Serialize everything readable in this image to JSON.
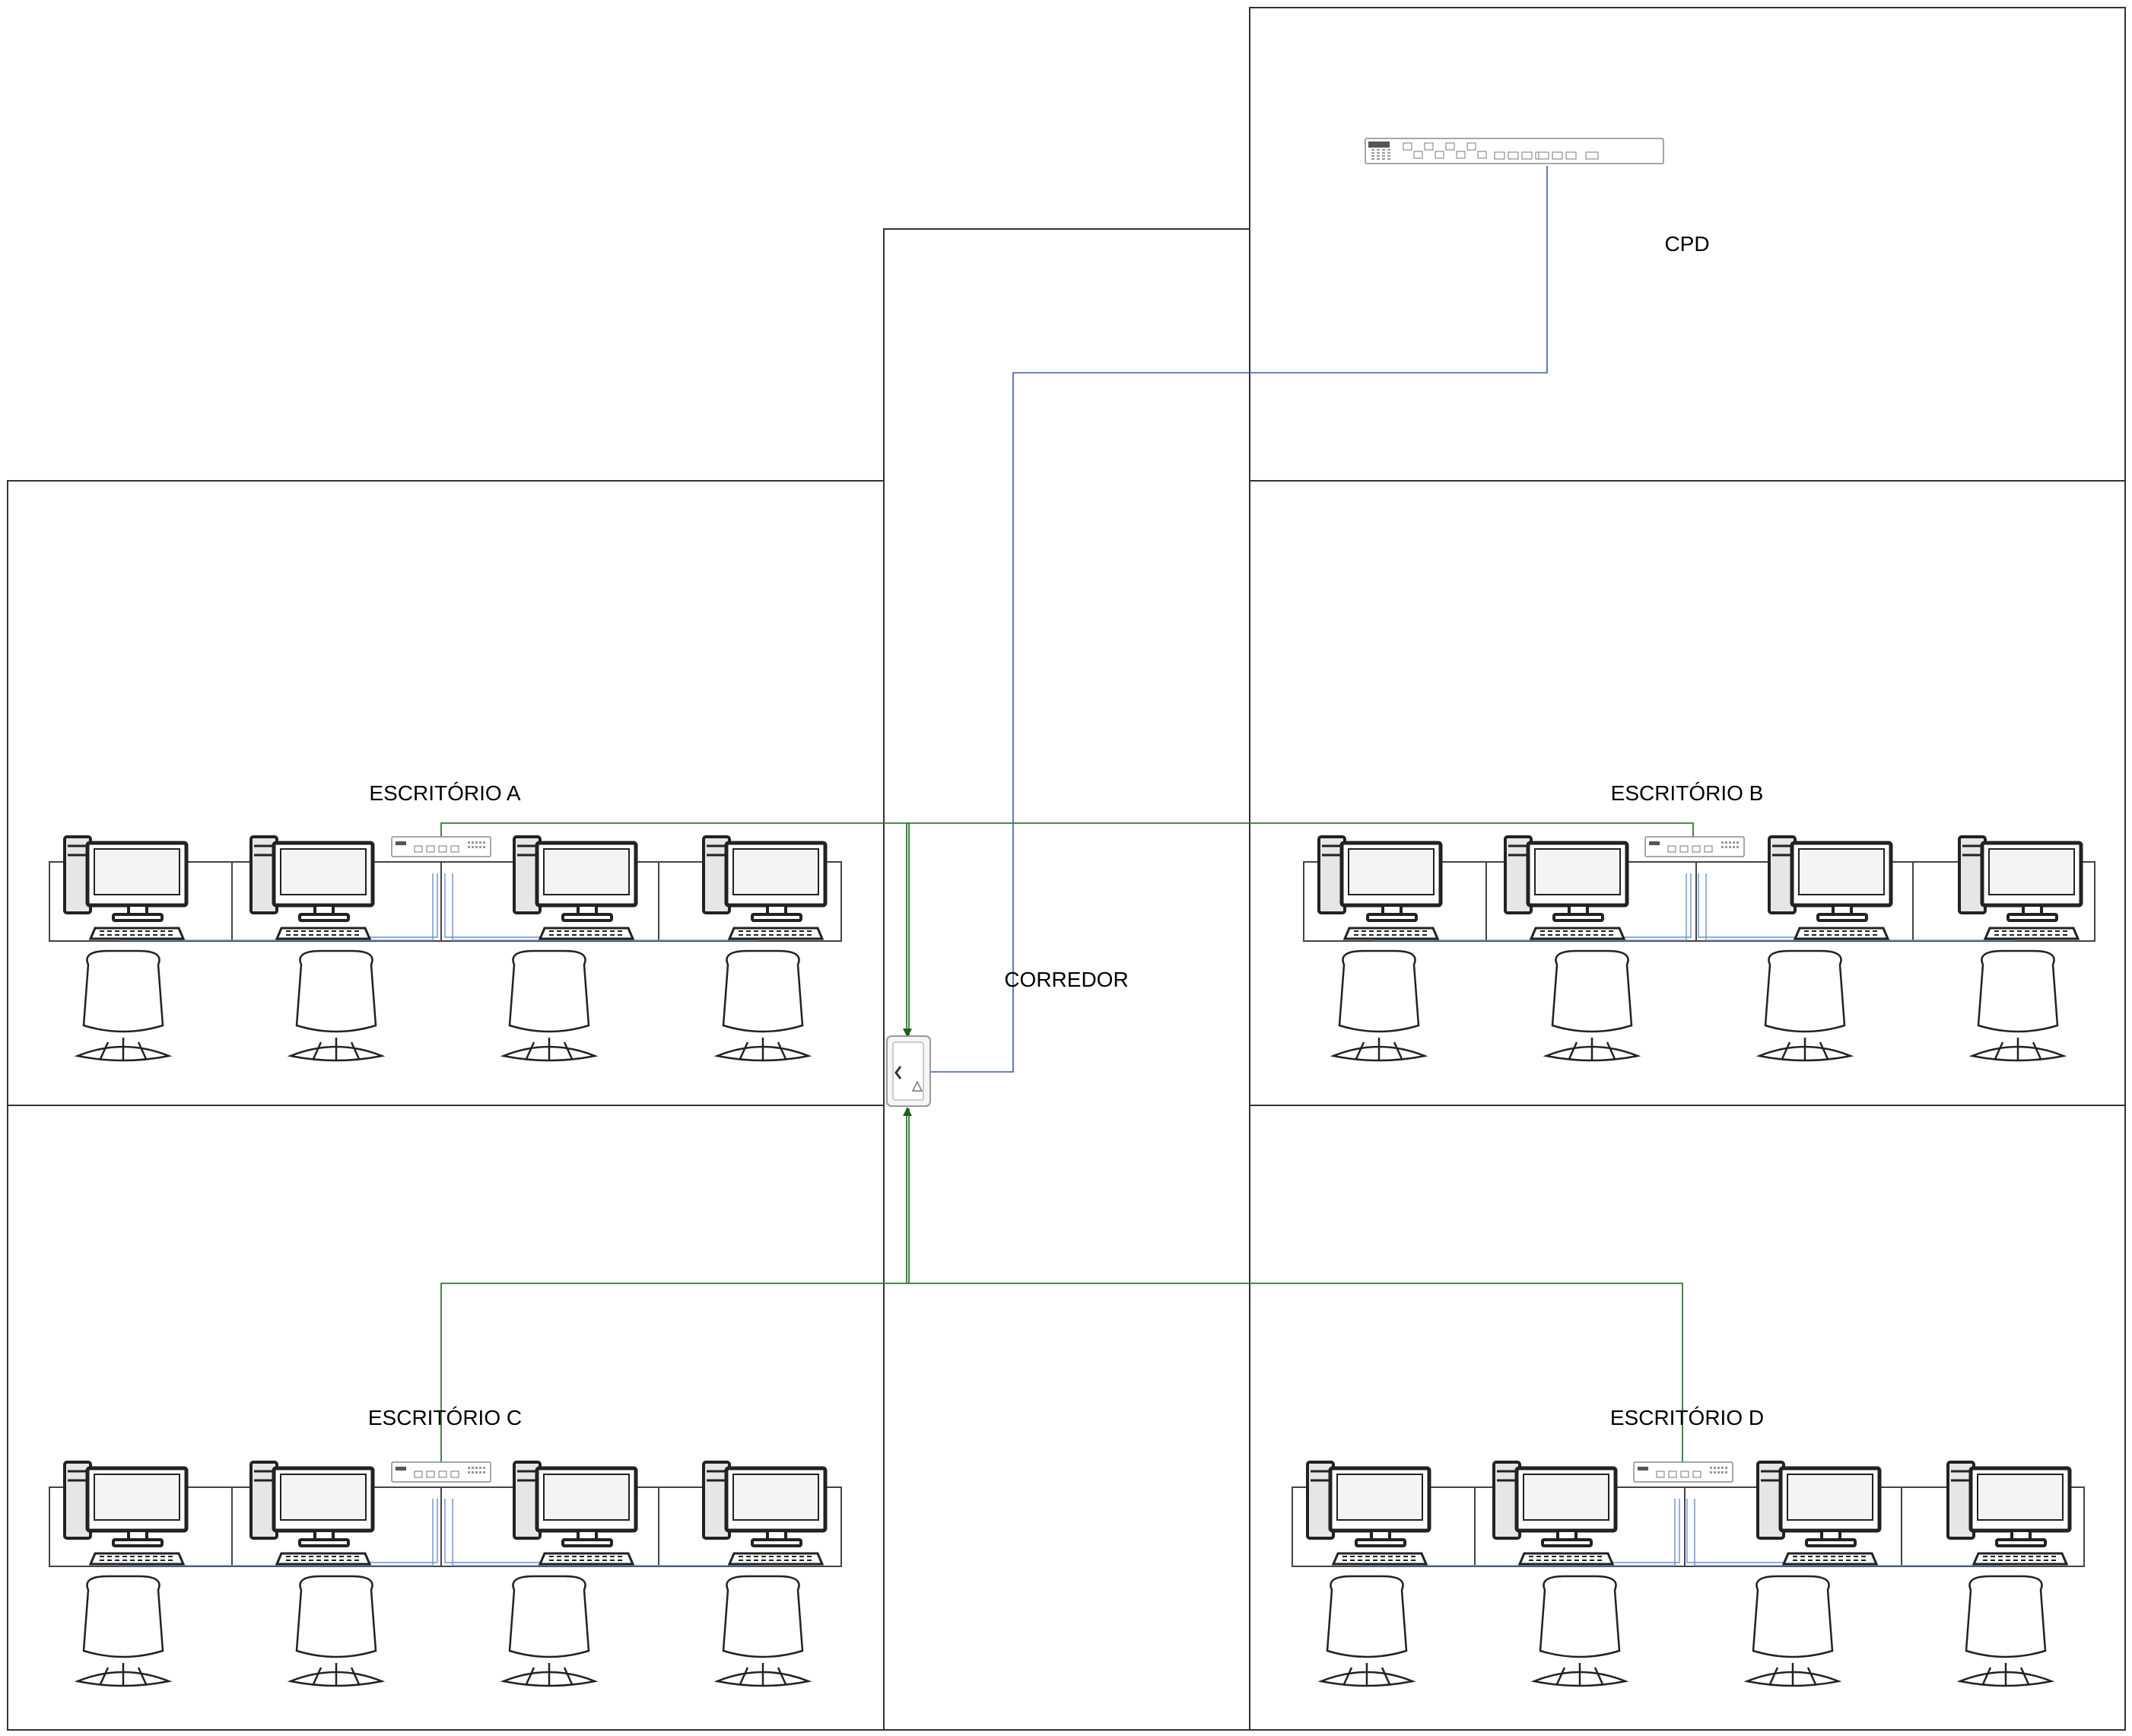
{
  "rooms": {
    "cpd": "CPD",
    "corridor": "CORREDOR",
    "office_a": "ESCRITÓRIO A",
    "office_b": "ESCRITÓRIO B",
    "office_c": "ESCRITÓRIO C",
    "office_d": "ESCRITÓRIO D"
  },
  "devices": {
    "core_switch": "rack-switch-icon",
    "distribution_box": "network-cabinet-icon",
    "office_switch": "desktop-switch-icon",
    "workstation": "desktop-computer-icon",
    "chair": "office-chair-icon"
  },
  "colors": {
    "backbone_cable": "#3a5aa8",
    "office_uplink_cable": "#2e7d2e",
    "workstation_cable": "#6d8fcf",
    "walls": "#333333"
  },
  "offices": [
    {
      "key": "office_a",
      "workstations": 4,
      "chairs": 4
    },
    {
      "key": "office_b",
      "workstations": 4,
      "chairs": 4
    },
    {
      "key": "office_c",
      "workstations": 4,
      "chairs": 4
    },
    {
      "key": "office_d",
      "workstations": 4,
      "chairs": 4
    }
  ]
}
